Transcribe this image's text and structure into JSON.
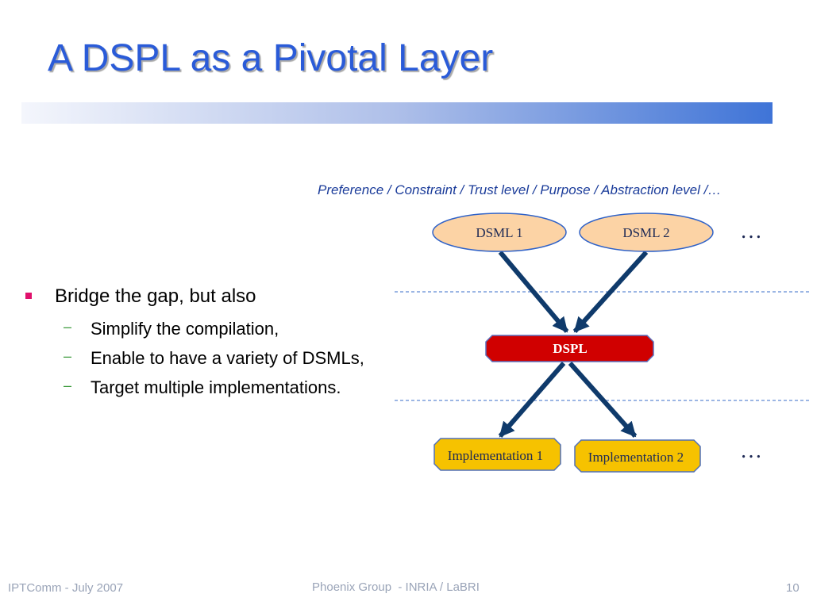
{
  "slide": {
    "title": "A DSPL as a Pivotal Layer",
    "bullets": [
      {
        "text": "Bridge the gap, but also",
        "sub": [
          "Simplify the compilation,",
          "Enable to have a variety of DSMLs,",
          "Target multiple implementations."
        ]
      }
    ],
    "sub_marker": "–"
  },
  "diagram": {
    "preference_label": "Preference / Constraint / Trust level / Purpose / Abstraction level /…",
    "dsml_nodes": [
      "DSML 1",
      "DSML 2"
    ],
    "center_node": "DSPL",
    "impl_nodes": [
      "Implementation 1",
      "Implementation 2"
    ],
    "ellipsis": "…",
    "colors": {
      "dsml_fill": "#fcd3a5",
      "dsml_stroke": "#2f62c8",
      "dspl_fill": "#d00000",
      "dspl_stroke": "#5a6fbd",
      "impl_fill": "#f6c200",
      "impl_stroke": "#5070b8",
      "arrow": "#0f3a6b",
      "dashed_line": "#3a6ec8"
    }
  },
  "footer": {
    "left": "IPTComm - July 2007",
    "center": "Phoenix Group  - INRIA / LaBRI",
    "page_number": "10"
  }
}
